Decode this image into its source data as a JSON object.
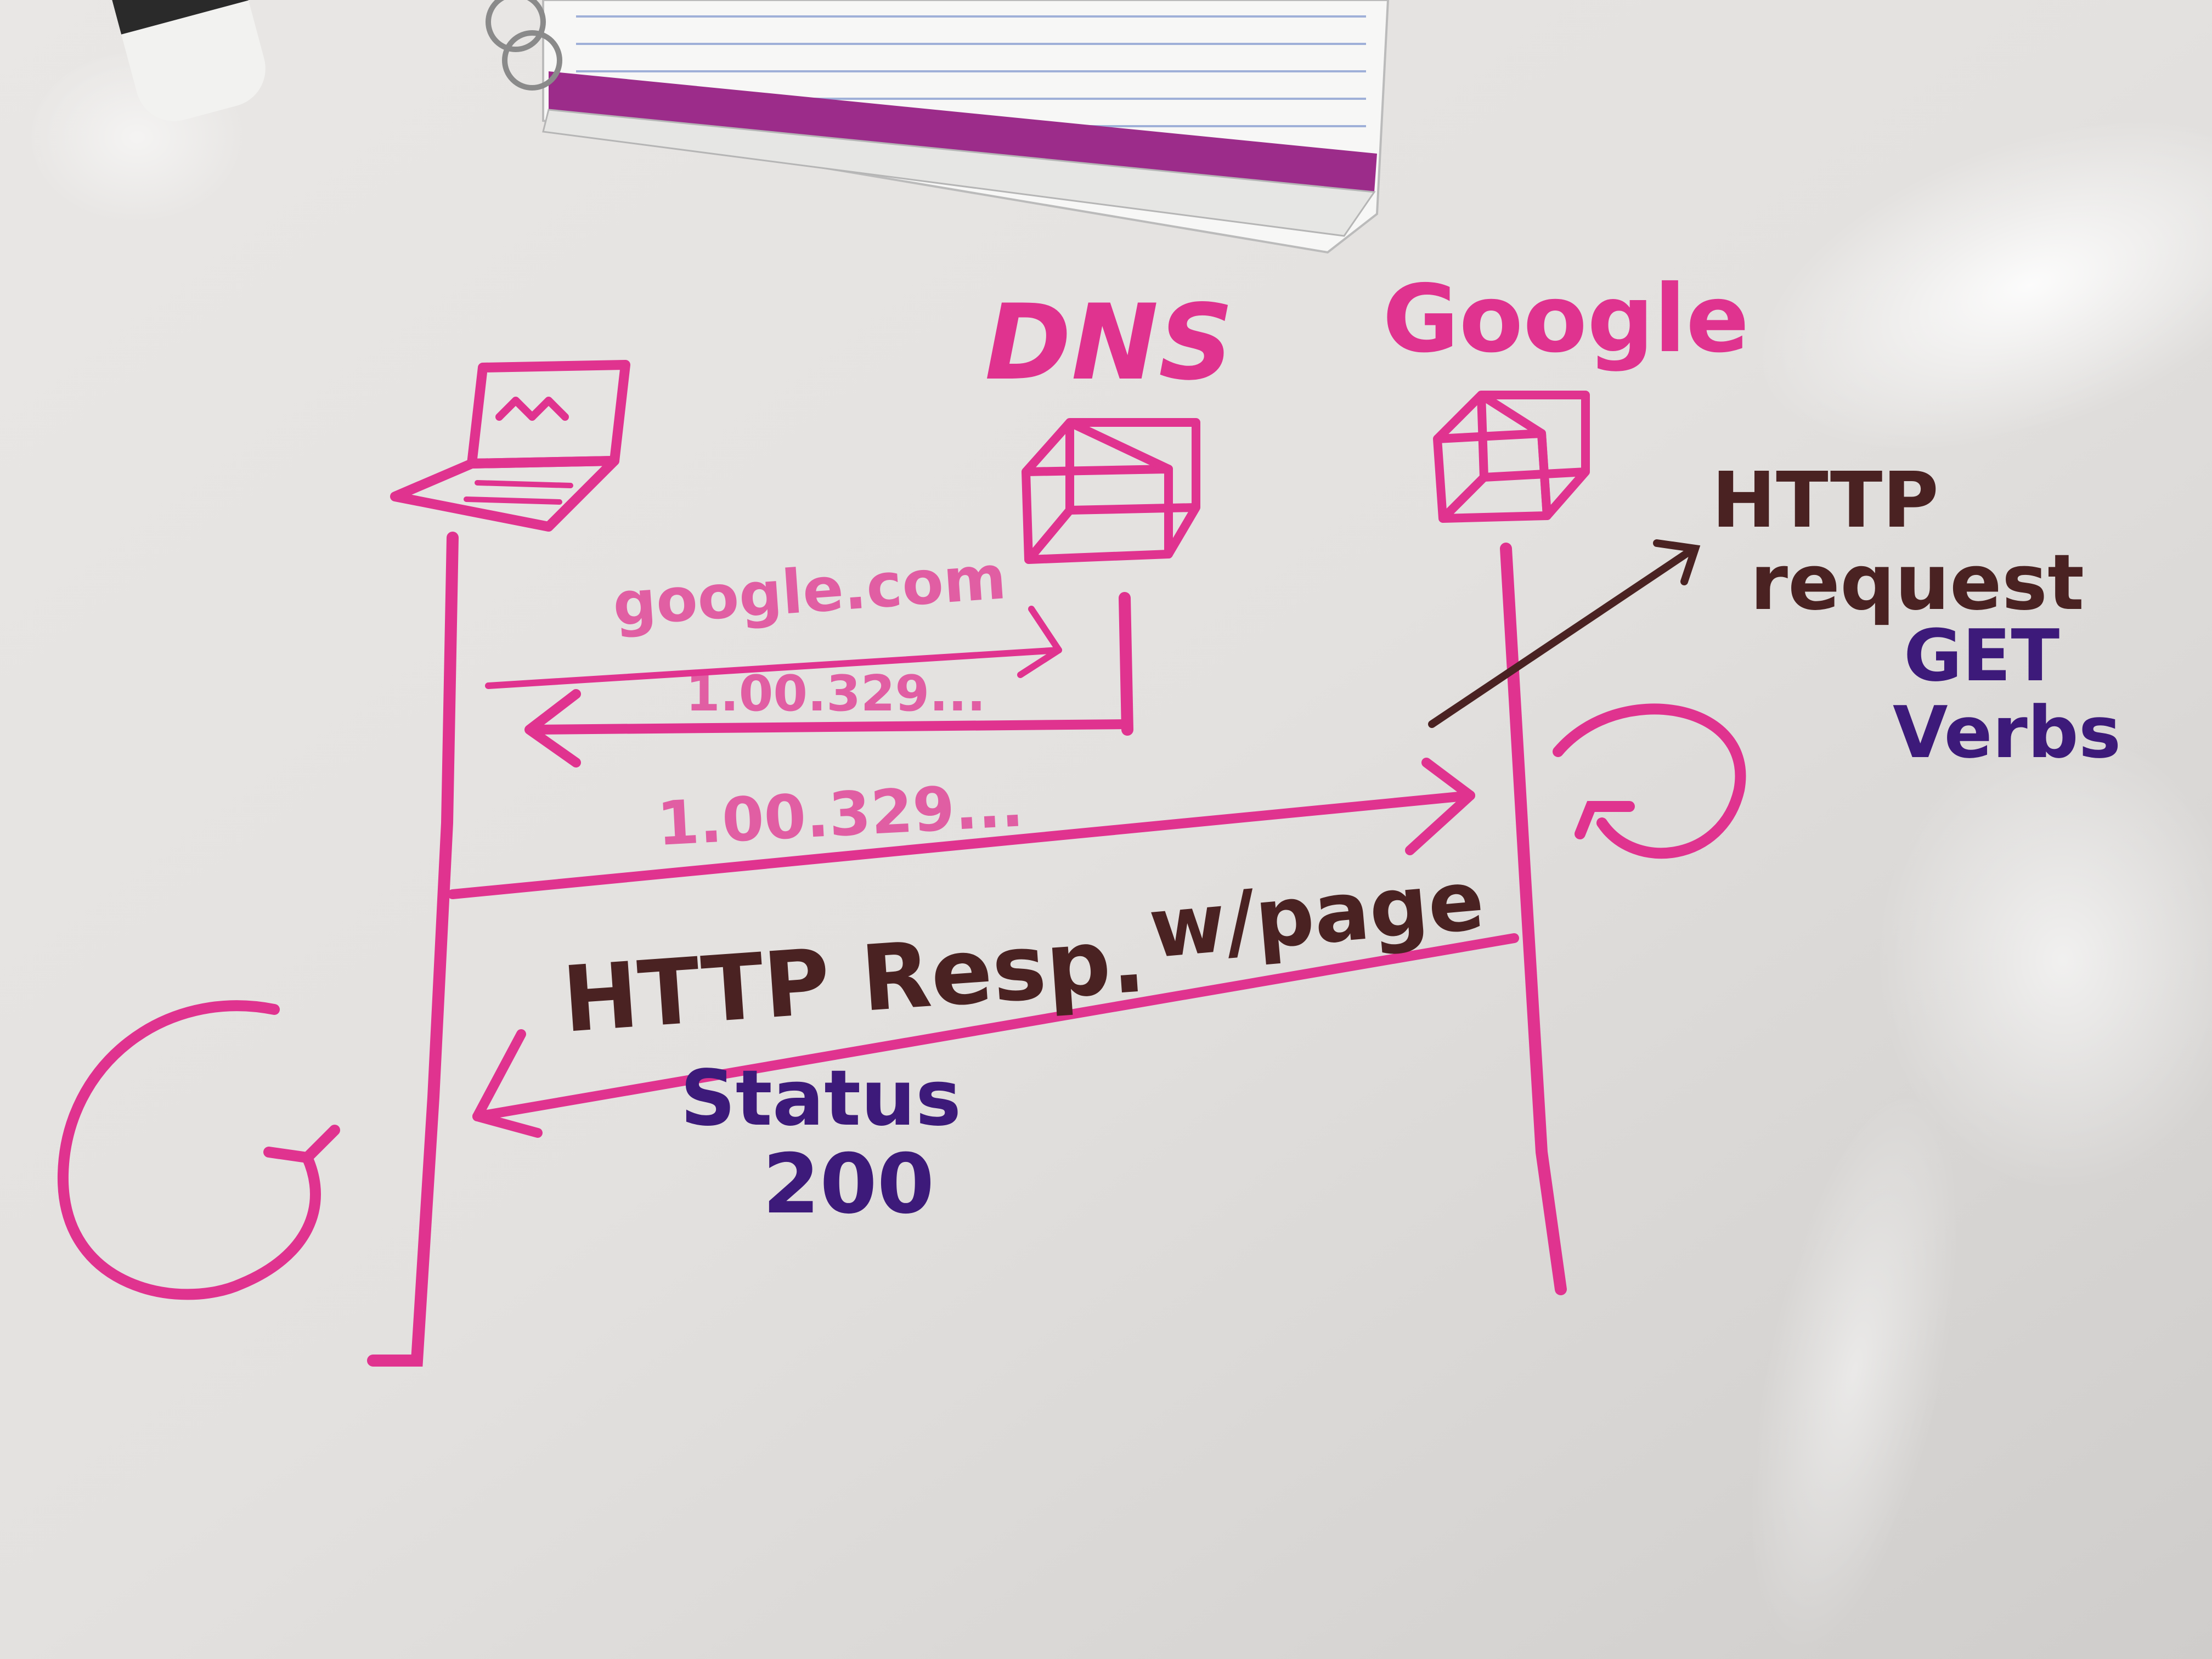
{
  "colors": {
    "board": "#e8e6e4",
    "pink_marker": "#e0338f",
    "brown_marker": "#4a2222",
    "purple_marker": "#3d1a7a"
  },
  "labels": {
    "dns": "DNS",
    "google": "Google",
    "query": "google.com",
    "dns_reply": "1.00.329...",
    "request_ip": "1.00.329...",
    "http_request_1": "HTTP",
    "http_request_2": "request",
    "get": "GET",
    "verbs": "Verbs",
    "http_response": "HTTP Resp.",
    "with_page": "w/page",
    "status": "Status",
    "status_code": "200"
  }
}
